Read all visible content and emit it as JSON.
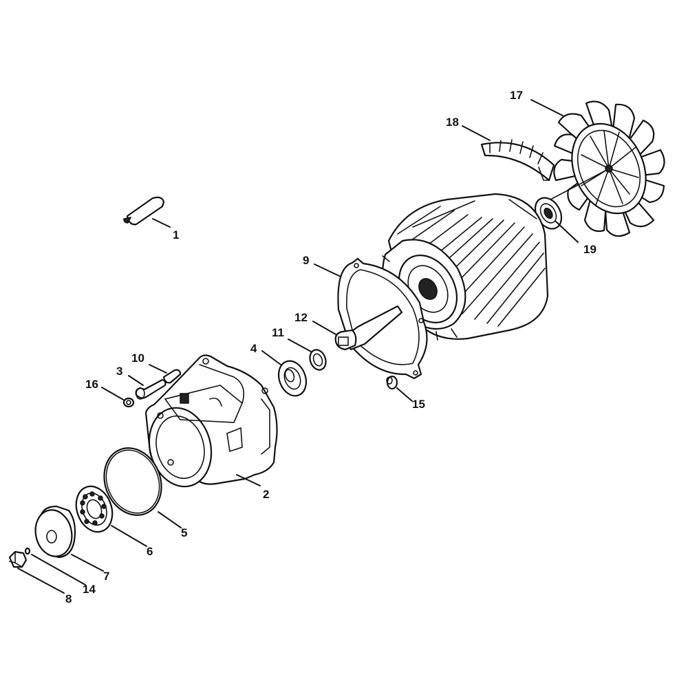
{
  "diagram": {
    "labels": [
      "1",
      "2",
      "3",
      "4",
      "5",
      "6",
      "7",
      "8",
      "9",
      "10",
      "11",
      "12",
      "14",
      "15",
      "16",
      "17",
      "18",
      "19"
    ]
  }
}
